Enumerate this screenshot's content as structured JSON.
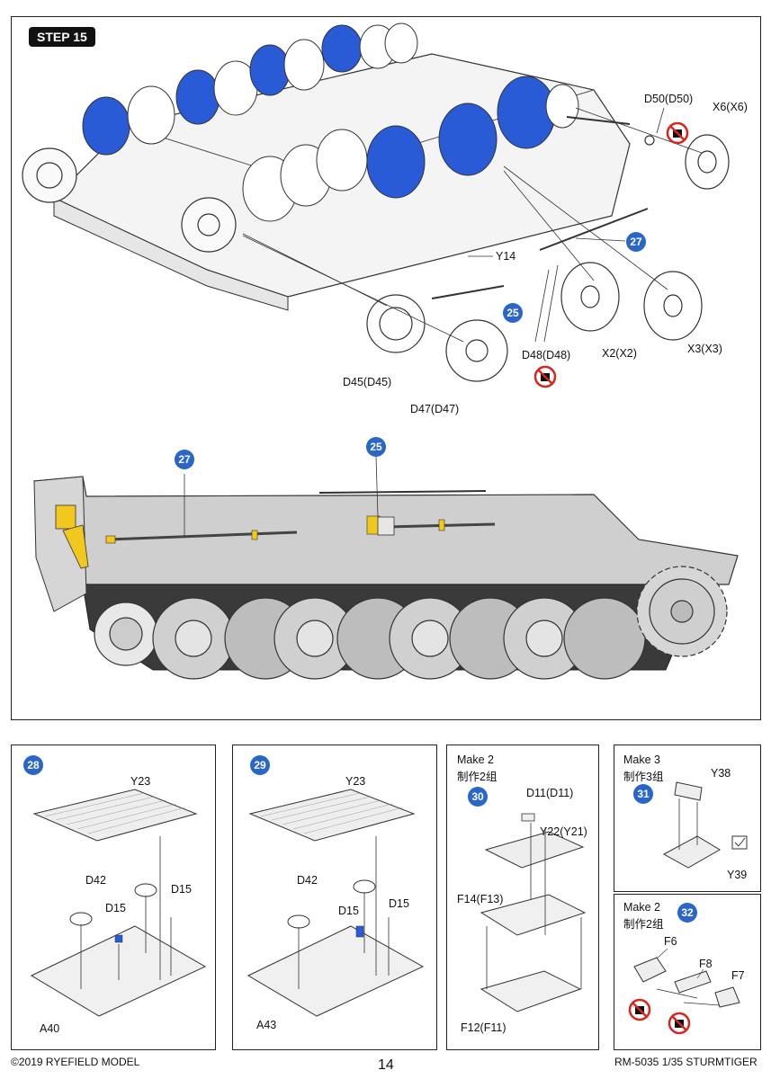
{
  "step": "STEP 15",
  "callouts": {
    "sub27": "27",
    "sub25": "25",
    "side27": "27",
    "side25": "25",
    "box28": "28",
    "box29": "29",
    "box30": "30",
    "box31": "31",
    "box32": "32"
  },
  "main_labels": {
    "d50": "D50(D50)",
    "x6": "X6(X6)",
    "y14": "Y14",
    "d48": "D48(D48)",
    "x2": "X2(X2)",
    "x3": "X3(X3)",
    "d45": "D45(D45)",
    "d47": "D47(D47)"
  },
  "box28": {
    "top_part": "Y23",
    "d42": "D42",
    "d15a": "D15",
    "d15b": "D15",
    "base": "A40"
  },
  "box29": {
    "top_part": "Y23",
    "d42": "D42",
    "d15a": "D15",
    "d15b": "D15",
    "base": "A43"
  },
  "box30": {
    "make_en": "Make 2",
    "make_cn": "制作2组",
    "d11": "D11(D11)",
    "y22": "Y22(Y21)",
    "f14": "F14(F13)",
    "f12": "F12(F11)"
  },
  "box31": {
    "make_en": "Make 3",
    "make_cn": "制作3组",
    "y38": "Y38",
    "y39": "Y39"
  },
  "box32": {
    "make_en": "Make 2",
    "make_cn": "制作2组",
    "f6": "F6",
    "f8": "F8",
    "f7": "F7"
  },
  "footer": {
    "copyright": "©2019 RYEFIELD MODEL",
    "page": "14",
    "model": "RM-5035 1/35 STURMTIGER"
  },
  "colors": {
    "blue_part": "#2a5bd7",
    "yellow_part": "#f2c81e",
    "hull_grey": "#cfcfcf",
    "callout": "#2a65c9"
  }
}
